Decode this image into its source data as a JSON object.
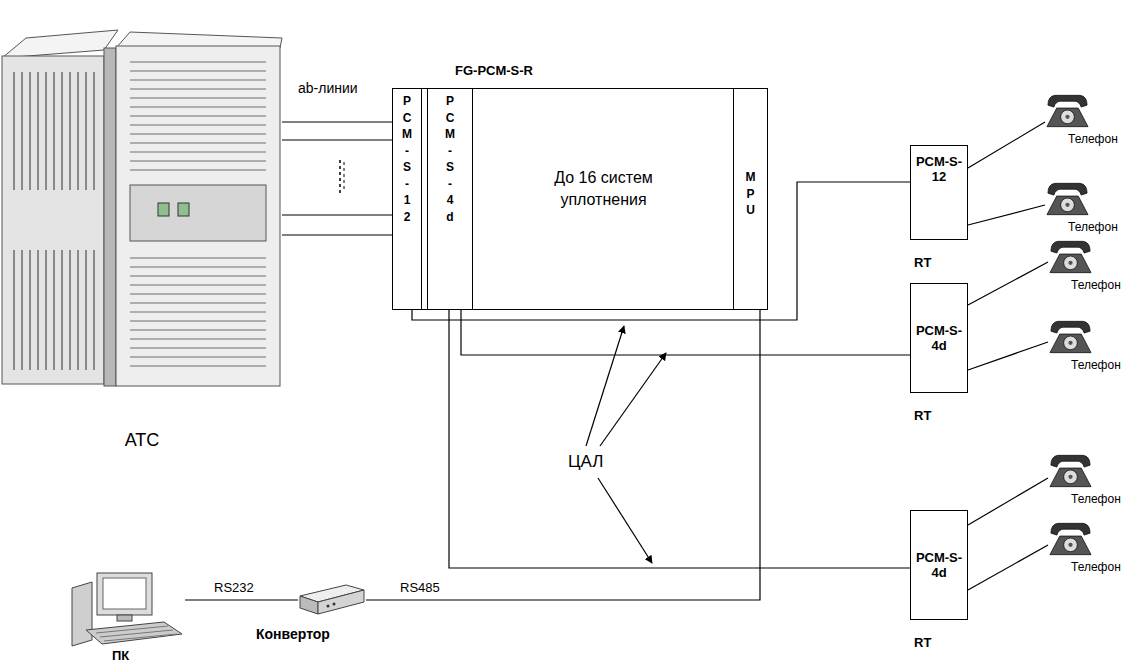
{
  "diagram": {
    "nodes": [
      {
        "text": [
          "АТС"
        ]
      },
      {
        "text": [
          "FG-PCM-S-R",
          "До 16 систем уплотнения"
        ]
      },
      {
        "text": [
          "PCM-S-12"
        ],
        "in": 1
      },
      {
        "text": [
          "PCM-S-4d"
        ],
        "in": 1
      },
      {
        "text": [
          "MPU"
        ],
        "in": 1
      },
      {
        "text": [
          "PCM-S-12",
          "RT"
        ]
      },
      {
        "text": [
          "Телефон"
        ]
      },
      {
        "text": [
          "Телефон"
        ]
      },
      {
        "text": [
          "PCM-S-4d",
          "RT"
        ]
      },
      {
        "text": [
          "Телефон"
        ]
      },
      {
        "text": [
          "Телефон"
        ]
      },
      {
        "text": [
          "PCM-S-4d",
          "RT"
        ]
      },
      {
        "text": [
          "Телефон"
        ]
      },
      {
        "text": [
          "Телефон"
        ]
      },
      {
        "text": [
          "ПК"
        ]
      },
      {
        "text": [
          "Конвертор"
        ]
      }
    ],
    "edges": [
      {
        "from": 0,
        "to": 2,
        "arrow": "none"
      },
      {
        "from": 0,
        "to": 2,
        "arrow": "none"
      },
      {
        "from": 0,
        "to": 2,
        "arrow": "none"
      },
      {
        "from": 0,
        "to": 2,
        "arrow": "none"
      },
      {
        "from": 2,
        "to": 5,
        "arrow": "none"
      },
      {
        "from": 3,
        "to": 8,
        "arrow": "none"
      },
      {
        "from": 3,
        "to": 11,
        "arrow": "none"
      },
      {
        "from": 5,
        "to": 6,
        "arrow": "none"
      },
      {
        "from": 5,
        "to": 7,
        "arrow": "none"
      },
      {
        "from": 8,
        "to": 9,
        "arrow": "none"
      },
      {
        "from": 8,
        "to": 10,
        "arrow": "none"
      },
      {
        "from": 11,
        "to": 12,
        "arrow": "none"
      },
      {
        "from": 11,
        "to": 13,
        "arrow": "none"
      },
      {
        "from": 14,
        "to": 15,
        "label": "RS232",
        "arrow": "none"
      },
      {
        "from": 15,
        "to": 4,
        "label": "RS485",
        "arrow": "none"
      }
    ],
    "labels": [
      "ab-линии",
      "ЦАЛ"
    ]
  }
}
